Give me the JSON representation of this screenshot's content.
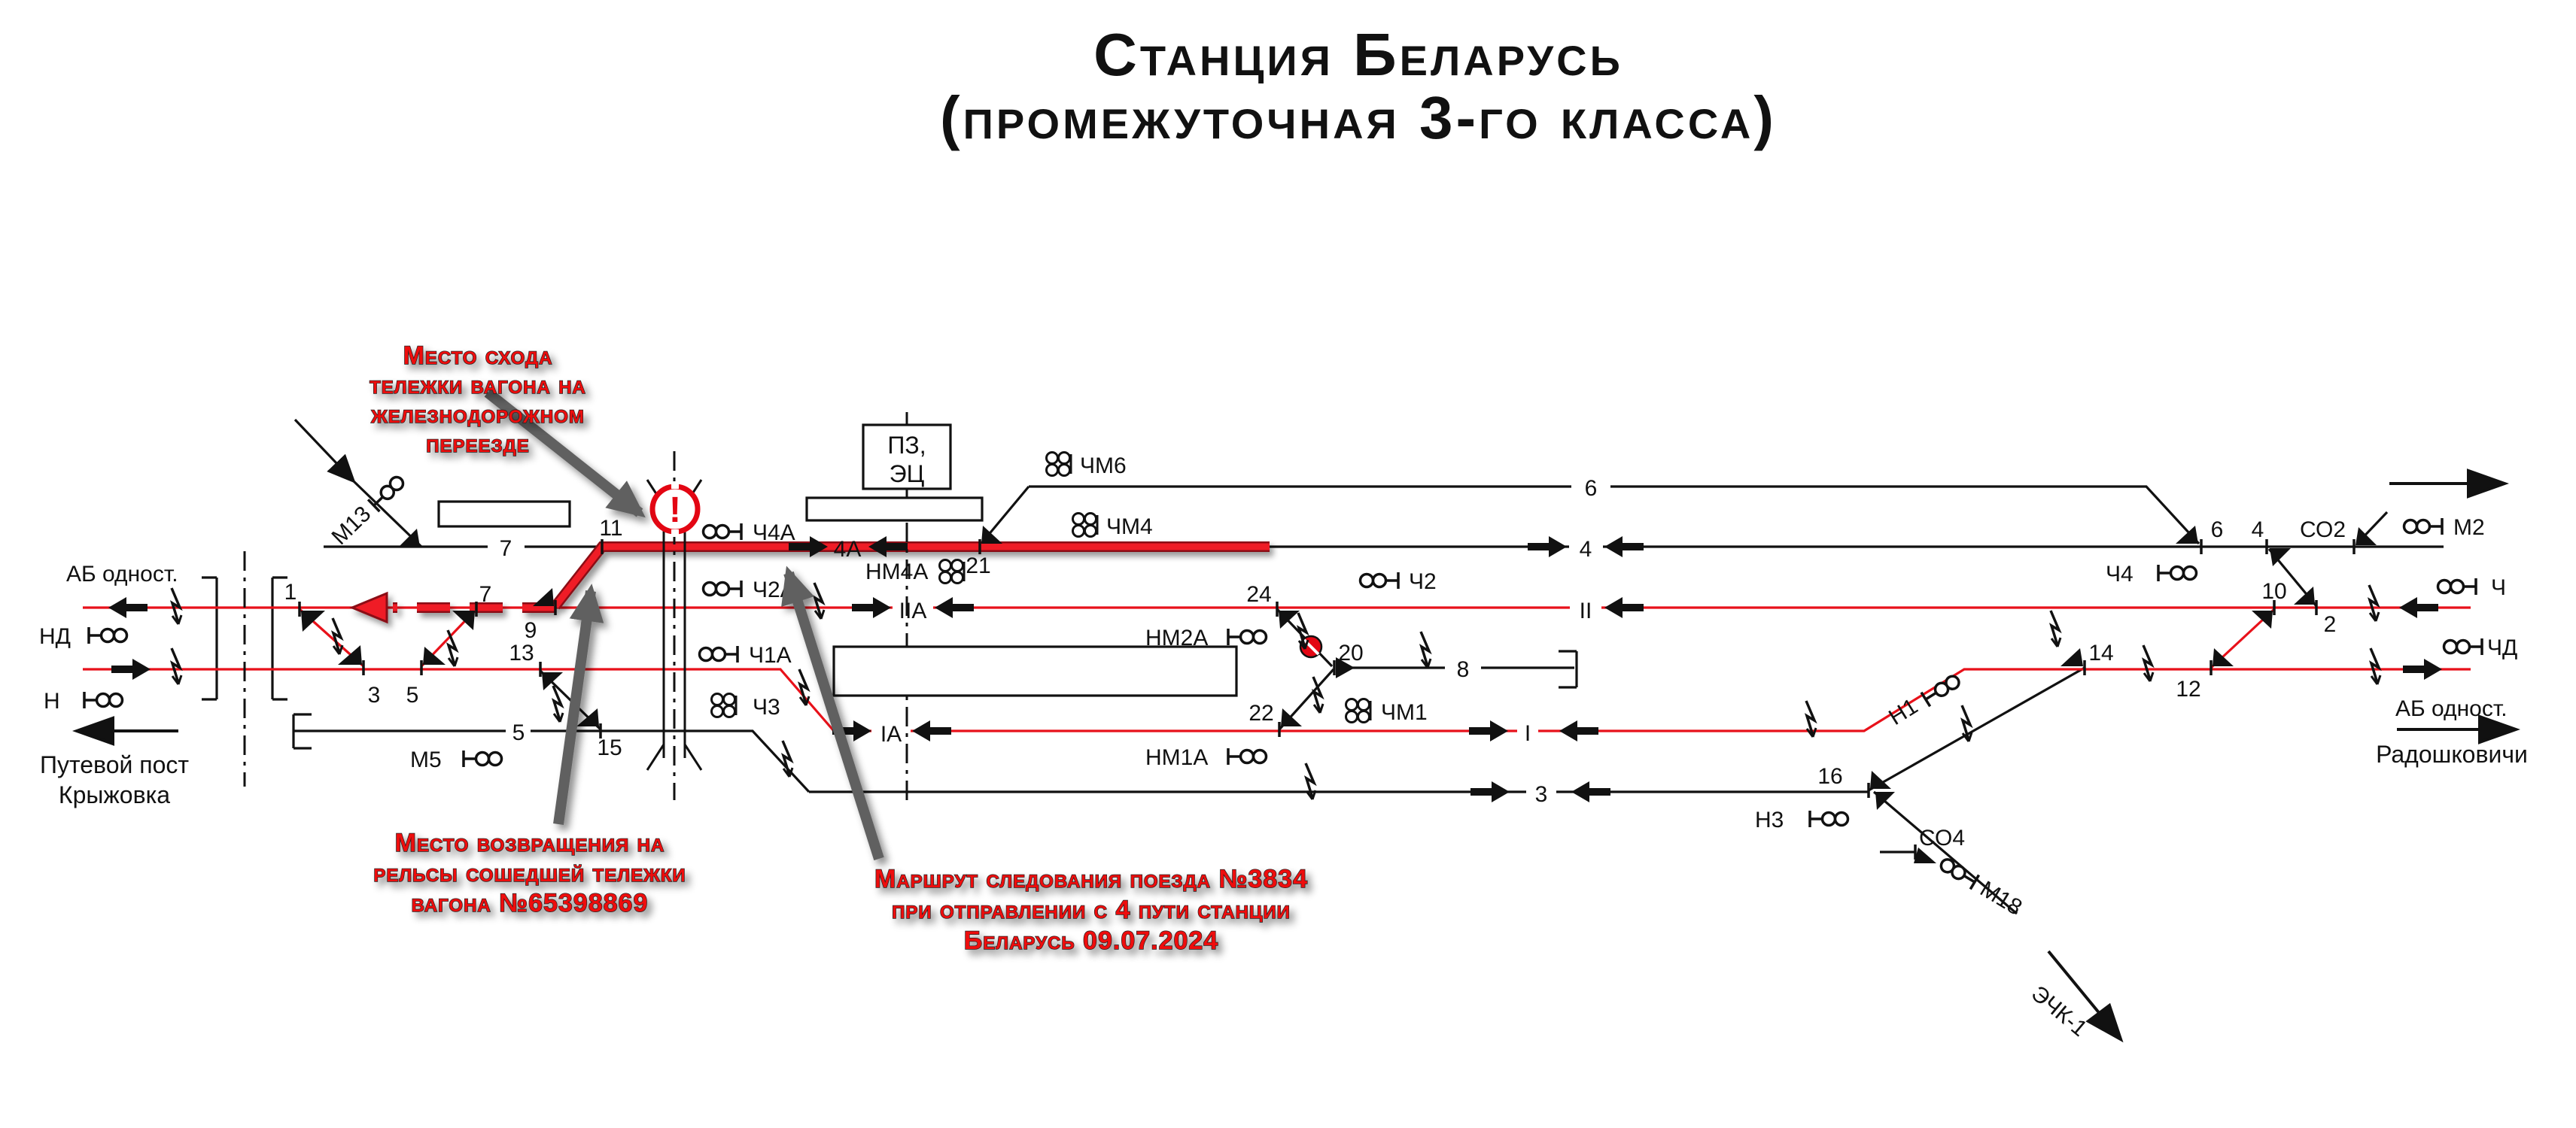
{
  "title": {
    "line1": "Станция Беларусь",
    "line2": "(промежуточная 3-го класса)"
  },
  "annotations": {
    "derail": [
      "Место схода",
      "тележки вагона на",
      "железнодорожном",
      "переезде"
    ],
    "rerail": [
      "Место возвращения на",
      "рельсы сошедшей тележки",
      "вагона №65398869"
    ],
    "route": [
      "Маршрут следования поезда №3834",
      "при отправлении с 4 пути станции",
      "Беларусь 09.07.2024"
    ]
  },
  "left": {
    "ab": "АБ одност.",
    "nd": "НД",
    "n": "Н",
    "post1": "Путевой пост",
    "post2": "Крыжовка"
  },
  "right": {
    "ab": "АБ одност.",
    "city": "Радошковичи"
  },
  "building": {
    "line1": "ПЗ,",
    "line2": "ЭЦ"
  },
  "warning": {
    "mark": "!"
  },
  "colors": {
    "track_red": "#e8111a",
    "route_red": "#ef1c25",
    "route_dark": "#8b0f13",
    "annotation_red": "#ee1111",
    "pointer_gray": "#606060",
    "line_black": "#111111"
  },
  "signals": {
    "m13": "М13",
    "m5": "М5",
    "ch4a": "Ч4А",
    "ch2a": "Ч2А",
    "ch1a": "Ч1А",
    "ch3": "Ч3",
    "chm6": "ЧМ6",
    "chm4": "ЧМ4",
    "chm1": "ЧМ1",
    "ch2": "Ч2",
    "nm4a": "НМ4А",
    "nm2a": "НМ2А",
    "nm1a": "НМ1А",
    "ch4": "Ч4",
    "so2": "СО2",
    "m2": "М2",
    "ch": "Ч",
    "chd": "ЧД",
    "n1": "Н1",
    "n3": "Н3",
    "so4": "СО4",
    "m18": "М18",
    "echk1": "ЭЧК-1"
  },
  "tracks": {
    "t7": "7",
    "t5": "5",
    "t8": "8",
    "t6": "6",
    "t4": "4",
    "t4a": "4А",
    "tIIa": "IIА",
    "tIa": "IА",
    "tII": "II",
    "tI": "I",
    "t3": "3"
  },
  "switches": {
    "s1": "1",
    "s2": "2",
    "s3": "3",
    "s4": "4",
    "s5": "5",
    "s6": "6",
    "s7": "7",
    "s9": "9",
    "s10": "10",
    "s11": "11",
    "s12": "12",
    "s13": "13",
    "s14": "14",
    "s15": "15",
    "s16": "16",
    "s20": "20",
    "s21": "21",
    "s22": "22",
    "s24": "24"
  }
}
